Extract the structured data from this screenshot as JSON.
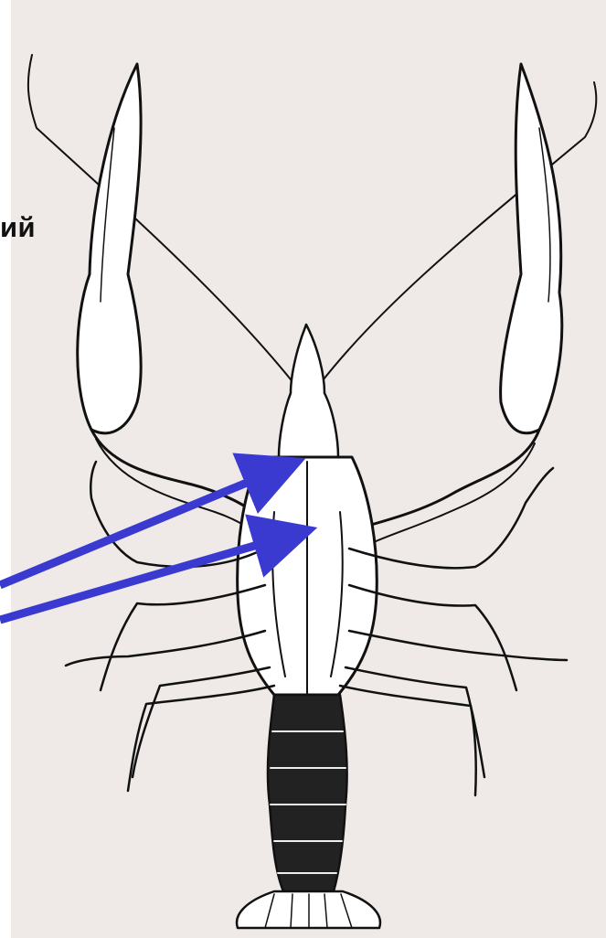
{
  "diagram": {
    "label_text": "ий",
    "colors": {
      "panel_bg": "#efeae8",
      "ink": "#111111",
      "arrow": "#3b3ad0"
    },
    "illustration": "crayfish-ventral-view",
    "arrow_count": 2
  }
}
